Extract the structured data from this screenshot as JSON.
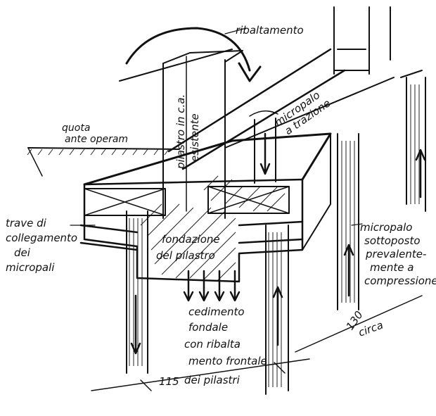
{
  "labels": {
    "ribaltamento": "ribaltamento",
    "pilastro": [
      "pilastro in c.a.",
      "esistente"
    ],
    "micropalo_trazione": [
      "micropalo",
      "a trazione"
    ],
    "quota": [
      "quota",
      "ante operam"
    ],
    "trave": [
      "trave di",
      "collegamento",
      "dei",
      "micropali"
    ],
    "fondazione": [
      "fondazione",
      "del pilastro"
    ],
    "micropalo_compressione": [
      "micropalo",
      "sottoposto",
      "prevalente-",
      "mente a",
      "compressione"
    ],
    "cedimento": [
      "cedimento",
      "fondale",
      "con ribalta",
      "mento frontale",
      "dei pilastri"
    ],
    "dim_115": "115",
    "dim_130": "130",
    "circa": "circa"
  }
}
